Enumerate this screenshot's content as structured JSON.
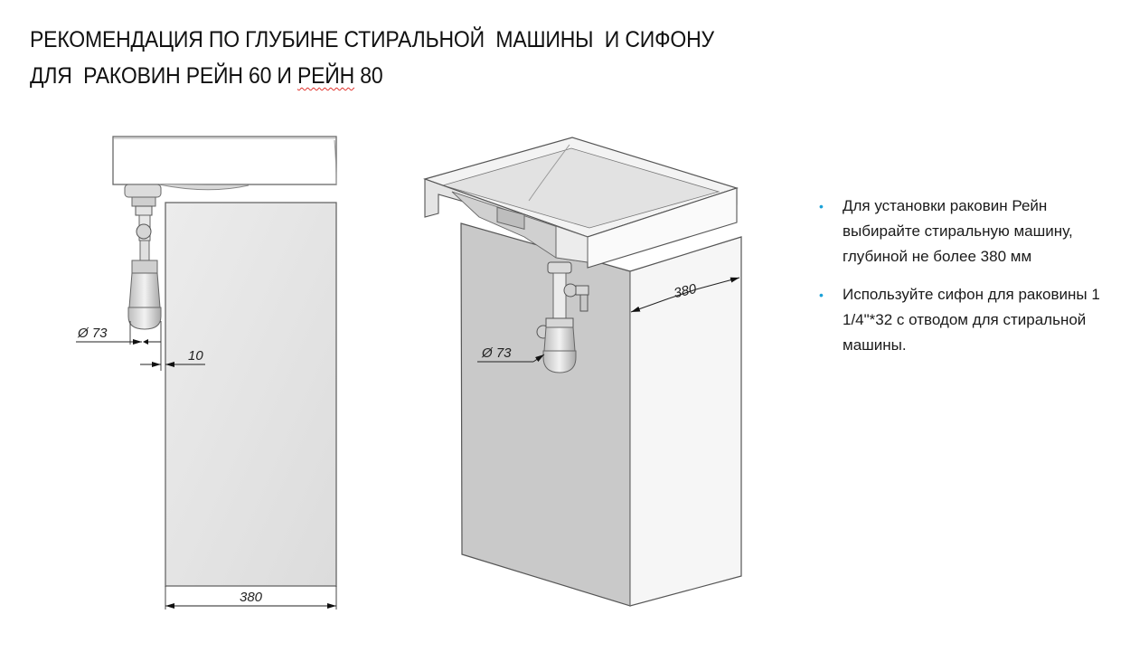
{
  "title": {
    "line1": "РЕКОМЕНДАЦИЯ ПО ГЛУБИНЕ СТИРАЛЬНОЙ  МАШИНЫ  И СИФОНУ",
    "line2_part1": "ДЛЯ  РАКОВИН РЕЙН 60 И ",
    "line2_part2": "РЕЙН",
    "line2_part3": " 80"
  },
  "left_drawing": {
    "siphon_diameter_label": "Ø 73",
    "gap_label": "10",
    "cabinet_depth_label": "380"
  },
  "right_drawing": {
    "siphon_diameter_label": "Ø 73",
    "cabinet_depth_label": "380"
  },
  "notes": [
    {
      "bullet": "•",
      "text": "Для установки раковин Рейн выбирайте стиральную машину, глубиной не более 380 мм"
    },
    {
      "bullet": "•",
      "text": "Используйте сифон для раковины 1 1/4\"*32 с отводом для стиральной машины."
    }
  ],
  "colors": {
    "bullet": "#1ba1d8",
    "cabinet_front": "#e6e6e6",
    "cabinet_side_shaded": "#c9c9c9",
    "outline": "#555555"
  }
}
